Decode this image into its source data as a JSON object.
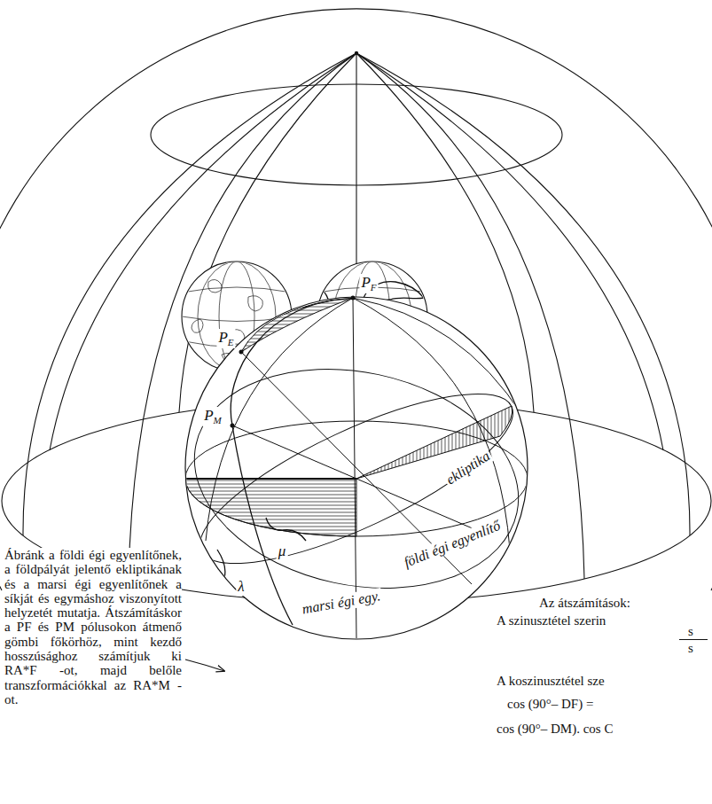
{
  "diagram": {
    "labels": [
      "PF",
      "PE",
      "PM",
      "Ábránk a földi égi egyenlítőnek, a földpályát jelentő ekliptikának és a marsi égi egyenlítőnek a síkját és egymáshoz viszonyított helyzetét mutatja. Átszámításkor a PF és PM pólusokon átmenő gömbi főkörhöz, mint kezdő hosszúsághoz számítjuk ki RA*F -ot, majd belőle transzformációkkal az RA*M -ot.",
      "ekliptika",
      "földi égi egyenlítő",
      "marsi égi egy.",
      "μ",
      "λ",
      "Az átszámítások:",
      "A szinusztétel szerin",
      "s",
      "s",
      "A koszinusztétel sze",
      "cos (90°– DF) =",
      "cos (90°– DM). cos C"
    ]
  }
}
